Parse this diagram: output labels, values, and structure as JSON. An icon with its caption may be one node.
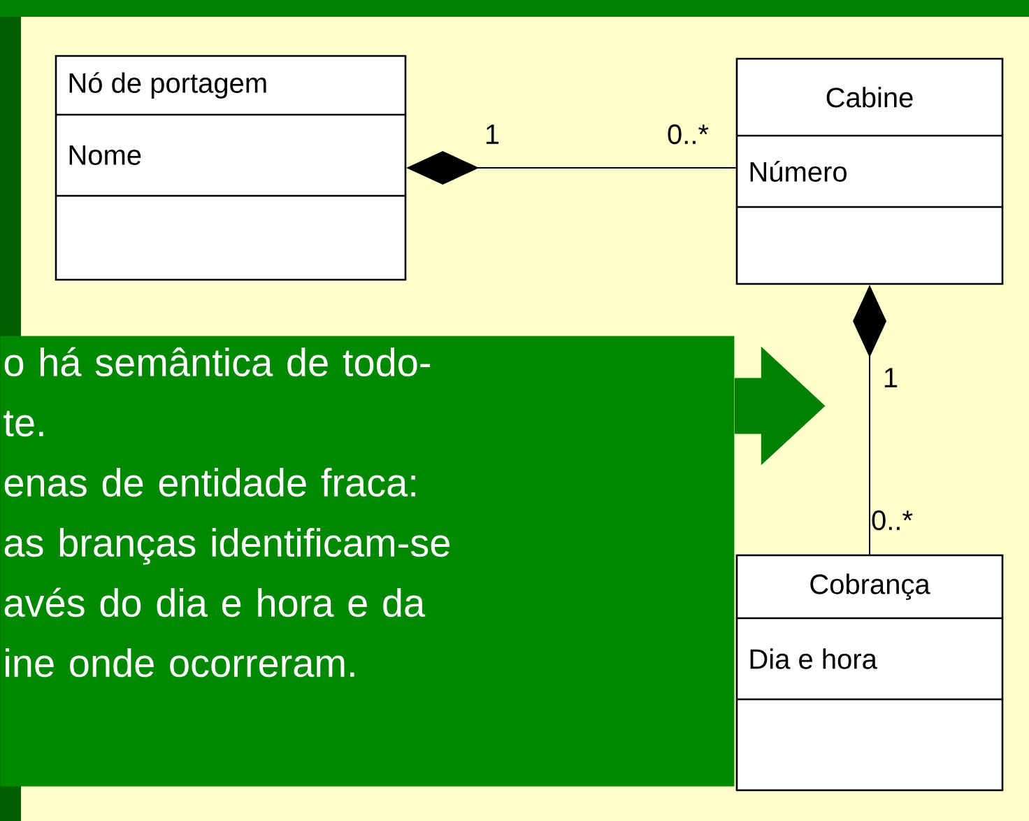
{
  "diagram": {
    "nodes": [
      {
        "text": [
          "Nó de portagem",
          "Nome"
        ]
      },
      {
        "text": [
          "Cabine",
          "Número"
        ]
      },
      {
        "text": [
          "o há semântica de todo- te.",
          "enas de entidade fraca: as branças identificam-se avés do dia e hora e da ine onde ocorreram."
        ]
      },
      {
        "text": [
          "Cobrança",
          "Dia e hora"
        ]
      }
    ],
    "edges": [
      {
        "from": 0,
        "to": 1,
        "arrow": "other"
      },
      {
        "from": 1,
        "to": 3,
        "arrow": "other"
      },
      {
        "from": 2,
        "to": null,
        "arrow": "to",
        "style": "thick",
        "color": "#008000"
      }
    ],
    "labels": [
      "1",
      "0..*",
      "1",
      "0..*"
    ]
  }
}
